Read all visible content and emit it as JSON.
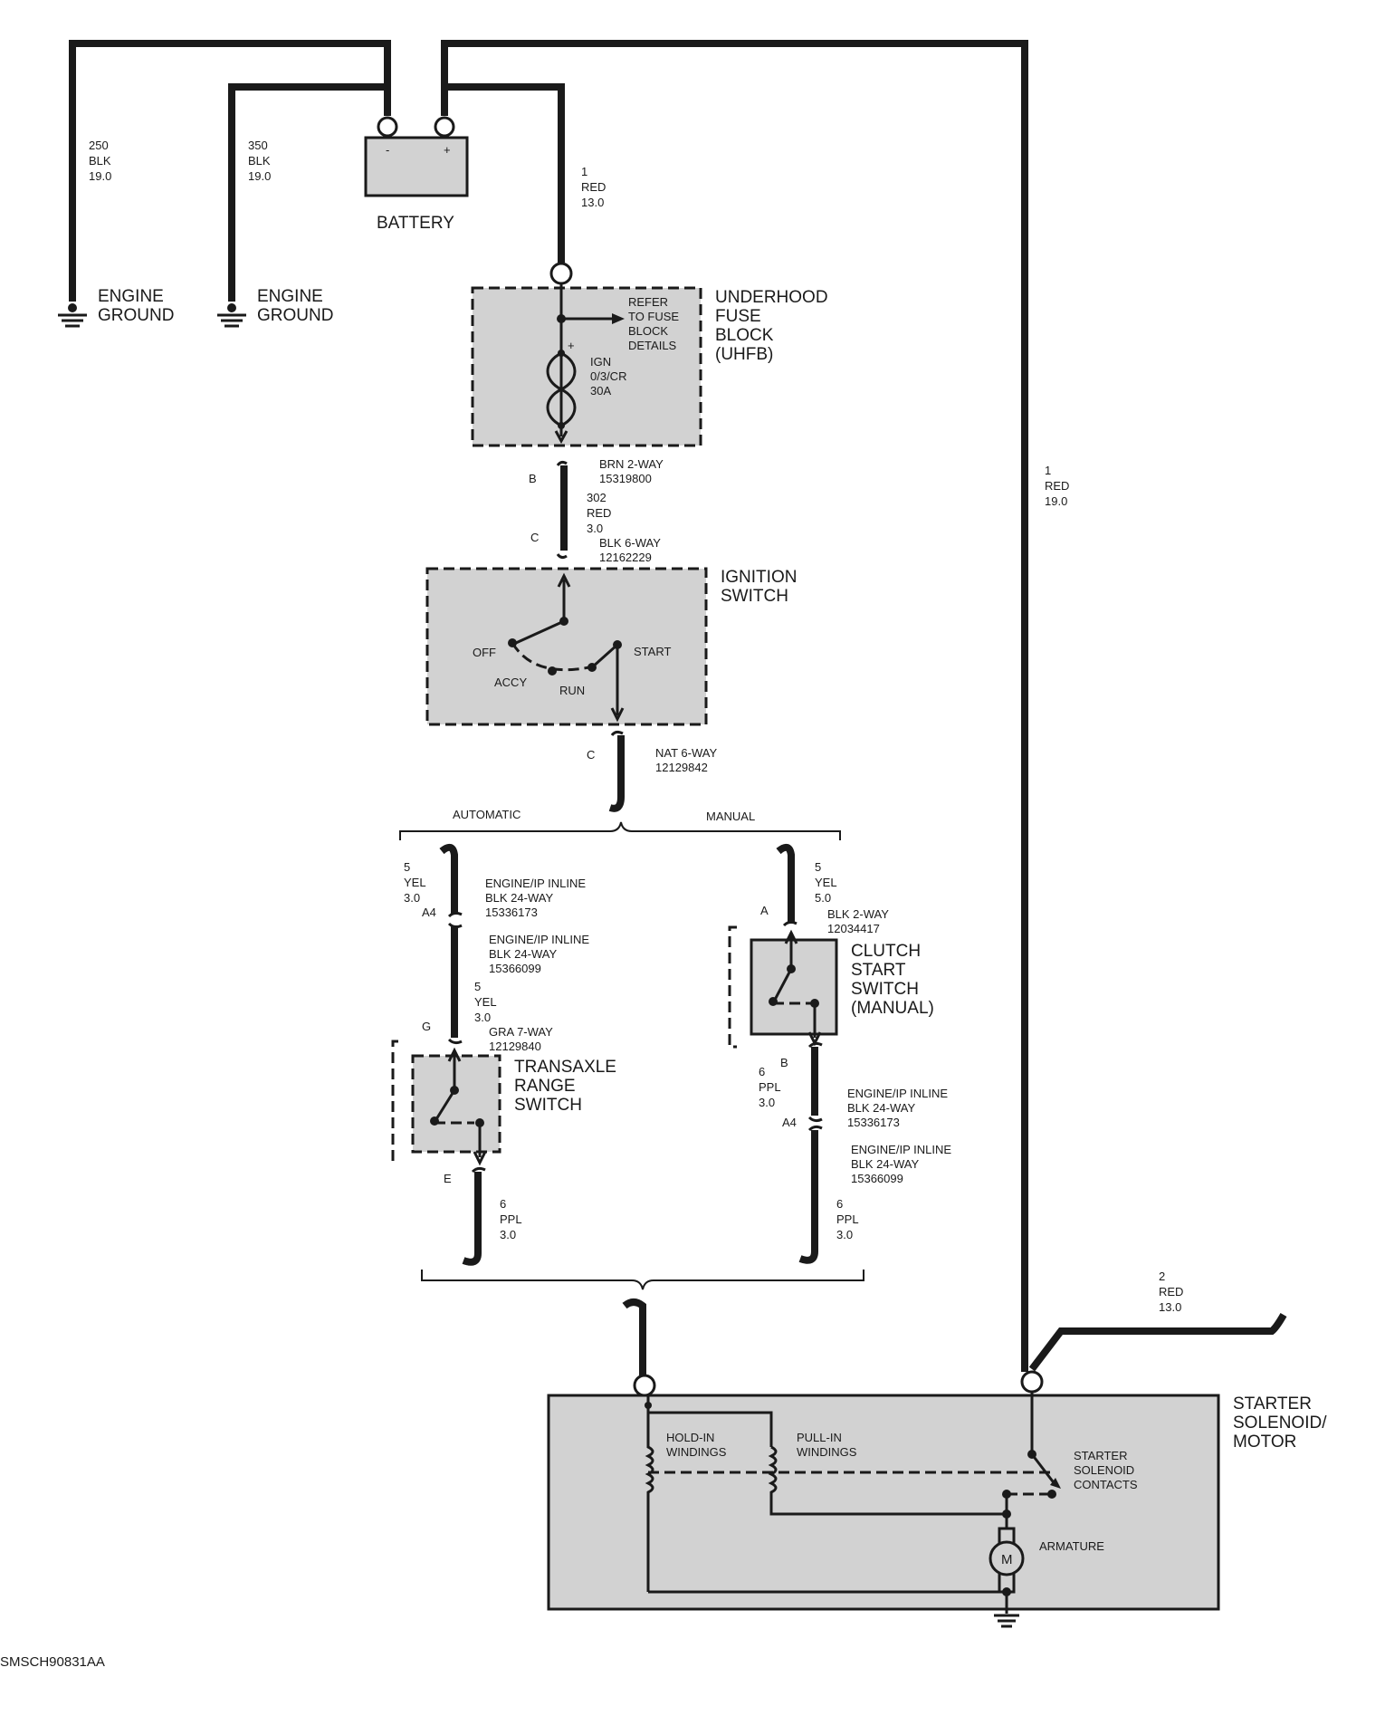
{
  "battery": {
    "label": "BATTERY",
    "neg": "-",
    "pos": "+"
  },
  "ground_left": {
    "wire": [
      "250",
      "BLK",
      "19.0"
    ],
    "label": [
      "ENGINE",
      "GROUND"
    ]
  },
  "ground_mid": {
    "wire": [
      "350",
      "BLK",
      "19.0"
    ],
    "label": [
      "ENGINE",
      "GROUND"
    ]
  },
  "battery_to_fuse_wire": [
    "1",
    "RED",
    "13.0"
  ],
  "underhood_fuse_block": {
    "title": [
      "UNDERHOOD",
      "FUSE",
      "BLOCK",
      "(UHFB)"
    ],
    "refer": [
      "REFER",
      "TO FUSE",
      "BLOCK",
      "DETAILS"
    ],
    "fuse": [
      "IGN",
      "0/3/CR",
      "30A"
    ]
  },
  "connector_b_top": {
    "pin": "B",
    "desc": [
      "BRN 2-WAY",
      "15319800"
    ]
  },
  "wire_302": [
    "302",
    "RED",
    "3.0"
  ],
  "connector_c_top": {
    "pin": "C",
    "desc": [
      "BLK 6-WAY",
      "12162229"
    ]
  },
  "ignition_switch": {
    "title": [
      "IGNITION",
      "SWITCH"
    ],
    "positions": {
      "off": "OFF",
      "accy": "ACCY",
      "run": "RUN",
      "start": "START"
    }
  },
  "connector_c_bottom": {
    "pin": "C",
    "desc": [
      "NAT 6-WAY",
      "12129842"
    ]
  },
  "branch_labels": {
    "automatic": "AUTOMATIC",
    "manual": "MANUAL"
  },
  "automatic": {
    "wire_top": [
      "5",
      "YEL",
      "3.0"
    ],
    "inline_1_pin": "A4",
    "inline_1": [
      "ENGINE/IP INLINE",
      "BLK 24-WAY",
      "15336173"
    ],
    "inline_2": [
      "ENGINE/IP INLINE",
      "BLK 24-WAY",
      "15366099"
    ],
    "wire_mid": [
      "5",
      "YEL",
      "3.0"
    ],
    "conn_g_pin": "G",
    "conn_g": [
      "GRA 7-WAY",
      "12129840"
    ],
    "switch_title": [
      "TRANSAXLE",
      "RANGE",
      "SWITCH"
    ],
    "conn_e_pin": "E",
    "wire_bottom": [
      "6",
      "PPL",
      "3.0"
    ]
  },
  "manual": {
    "wire_top": [
      "5",
      "YEL",
      "5.0"
    ],
    "conn_a_pin": "A",
    "conn_a": [
      "BLK 2-WAY",
      "12034417"
    ],
    "switch_title": [
      "CLUTCH",
      "START",
      "SWITCH",
      "(MANUAL)"
    ],
    "conn_b_pin": "B",
    "wire_mid": [
      "6",
      "PPL",
      "3.0"
    ],
    "inline_1_pin": "A4",
    "inline_1": [
      "ENGINE/IP INLINE",
      "BLK 24-WAY",
      "15336173"
    ],
    "inline_2": [
      "ENGINE/IP INLINE",
      "BLK 24-WAY",
      "15366099"
    ],
    "wire_bottom": [
      "6",
      "PPL",
      "3.0"
    ]
  },
  "battery_to_starter_wire": [
    "1",
    "RED",
    "19.0"
  ],
  "starter_out_wire": [
    "2",
    "RED",
    "13.0"
  ],
  "starter": {
    "title": [
      "STARTER",
      "SOLENOID/",
      "MOTOR"
    ],
    "hold_in": [
      "HOLD-IN",
      "WINDINGS"
    ],
    "pull_in": [
      "PULL-IN",
      "WINDINGS"
    ],
    "contacts": [
      "STARTER",
      "SOLENOID",
      "CONTACTS"
    ],
    "armature": "ARMATURE",
    "motor_symbol": "M"
  },
  "figure_id": "SMSCH90831AA"
}
